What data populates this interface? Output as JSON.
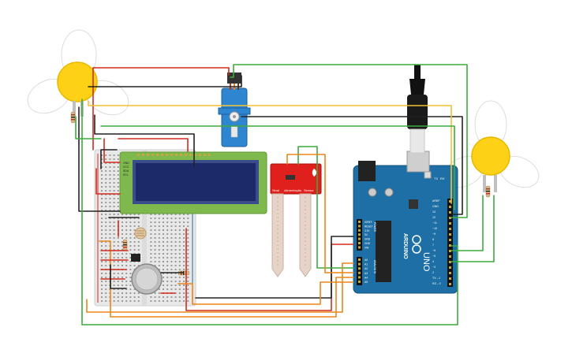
{
  "soil_sensor": {
    "labels": [
      "Sinal",
      "Alimentação",
      "Sensor"
    ]
  },
  "arduino": {
    "logo_text": "ARDUINO",
    "model_text": "UNO",
    "tx_label": "TX",
    "rx_label": "RX",
    "digital_pins": [
      "AREF",
      "GND",
      "13",
      "12",
      "~11",
      "~10",
      "~9",
      "8",
      "7",
      "~6",
      "~5",
      "4",
      "~3",
      "2",
      "TX→1",
      "RX←0"
    ],
    "power_pins": [
      "IOREF",
      "RESET",
      "3.3V",
      "5V",
      "GND",
      "GND",
      "VIN"
    ],
    "analog_pins": [
      "A0",
      "A1",
      "A2",
      "A3",
      "A4",
      "A5"
    ],
    "power_header_label": "POWER",
    "analog_header_label": "ANALOG IN"
  },
  "lcd": {
    "pin_labels": [
      "GND",
      "VCC",
      "SDA",
      "SCL"
    ]
  },
  "colors": {
    "wire_red": "#d42a1f",
    "wire_green": "#3cab3c",
    "wire_black": "#222222",
    "wire_orange": "#e8861a",
    "wire_yellow": "#f2c230",
    "arduino_blue": "#1d6fa5",
    "lcd_green": "#7fb84c",
    "lcd_screen": "#1c2a6a",
    "sensor_red": "#e0201c",
    "servo_blue": "#2f86d0",
    "breadboard": "#e8e8e8",
    "bulb_yellow": "#fcd116"
  }
}
